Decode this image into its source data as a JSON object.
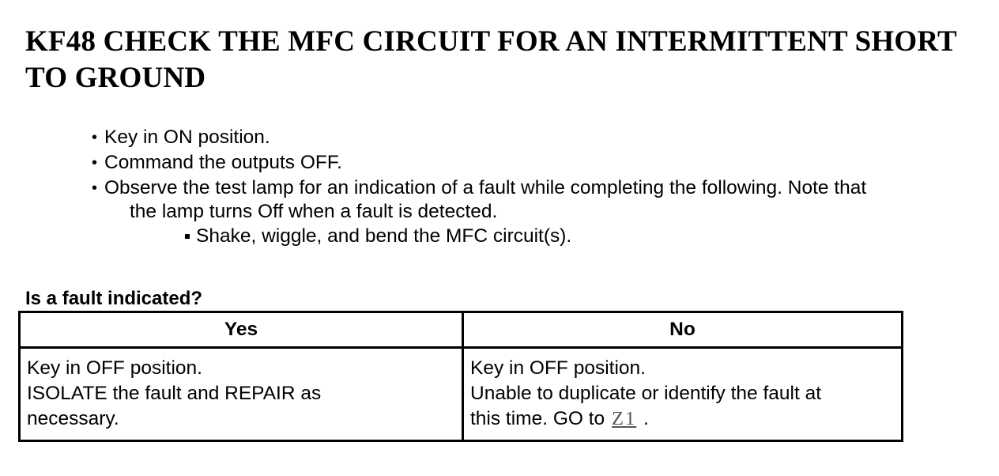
{
  "title": "KF48 CHECK THE MFC CIRCUIT FOR AN INTERMITTENT SHORT TO GROUND",
  "steps": [
    {
      "text": "Key in ON position."
    },
    {
      "text": "Command the outputs OFF."
    },
    {
      "text": "Observe the test lamp for an indication of a fault while completing the following. Note that",
      "continuation": "the lamp turns Off when a fault is detected."
    }
  ],
  "substeps": [
    {
      "text": "Shake, wiggle, and bend the MFC circuit(s)."
    }
  ],
  "question": "Is a fault indicated?",
  "table": {
    "headers": [
      "Yes",
      "No"
    ],
    "yes_lines": [
      "Key in OFF position.",
      "ISOLATE the fault and REPAIR as",
      "necessary."
    ],
    "no_lines": [
      "Key in OFF position.",
      "Unable to duplicate or identify the fault at"
    ],
    "no_last_prefix": "this time. GO to ",
    "no_link": "Z1",
    "no_last_suffix": " ."
  }
}
